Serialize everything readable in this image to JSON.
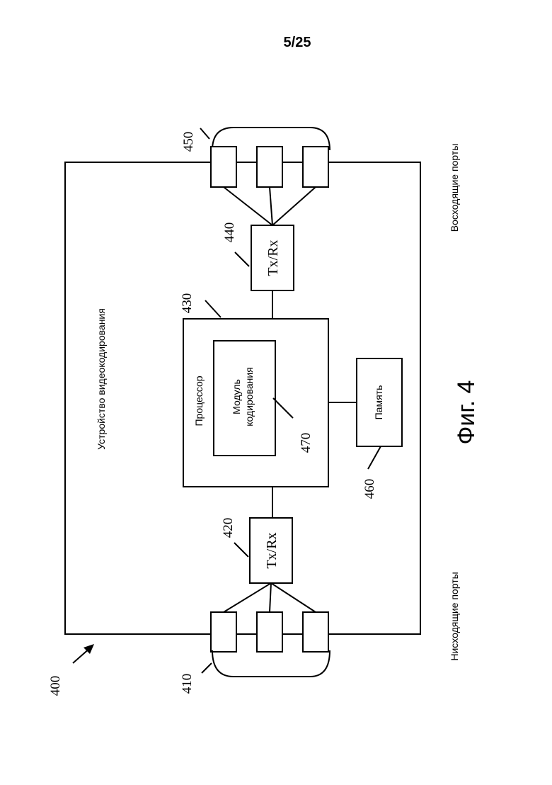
{
  "page_number": "5/25",
  "figure_caption": "Фиг. 4",
  "device": {
    "label": "Устройство видеокодирования",
    "ref": "400"
  },
  "downstream_ports": {
    "label": "Нисходящие порты",
    "ref": "410"
  },
  "upstream_ports": {
    "label": "Восходящие порты",
    "ref": "450"
  },
  "tx_rx_lower": {
    "label": "Tx/Rx",
    "ref": "420"
  },
  "tx_rx_upper": {
    "label": "Tx/Rx",
    "ref": "440"
  },
  "processor": {
    "label": "Процессор",
    "ref": "430"
  },
  "coding_module": {
    "label_line1": "Модуль",
    "label_line2": "кодирования",
    "ref": "470"
  },
  "memory": {
    "label": "Память",
    "ref": "460"
  }
}
